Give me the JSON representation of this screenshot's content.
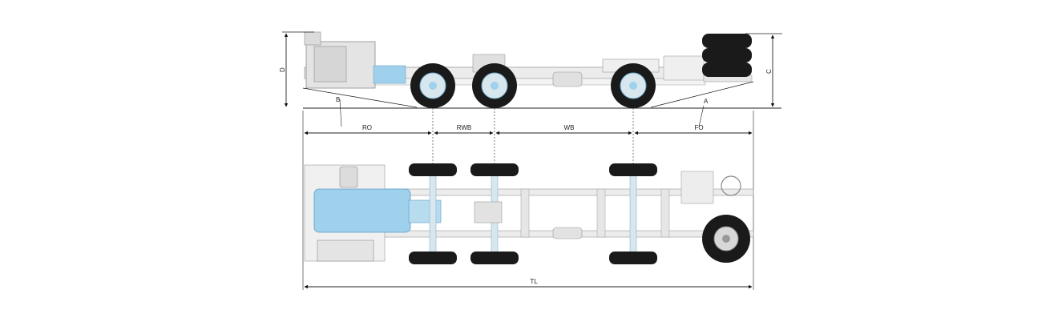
{
  "dimensions": {
    "front_overhang": "FO",
    "wheelbase": "WB",
    "rear_wheelbase": "RWB",
    "rear_overhang": "RO",
    "total_length": "TL"
  },
  "angles": {
    "approach": "A",
    "departure": "B"
  },
  "heights": {
    "front_height": "C",
    "rear_height": "D"
  },
  "colors": {
    "line": "#111111",
    "frame": "#e9e9e9",
    "frame_stroke": "#9a9a9a",
    "tire": "#1a1a1a",
    "hub": "#d8e6ee",
    "engine_blue": "#9fd0ec"
  }
}
